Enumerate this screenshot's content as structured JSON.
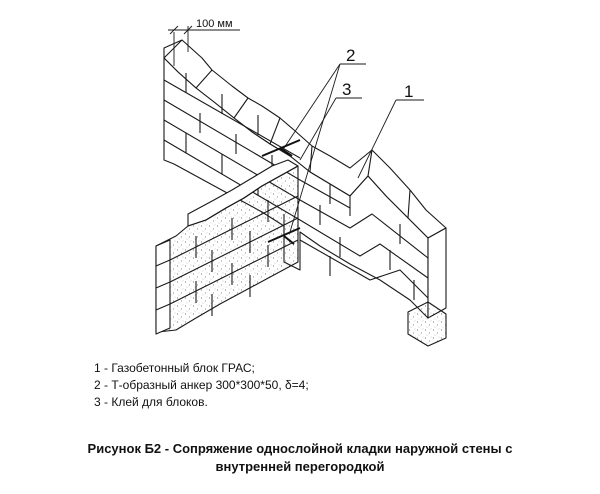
{
  "dimension": {
    "text": "100 мм"
  },
  "callouts": [
    {
      "number": "2"
    },
    {
      "number": "3"
    },
    {
      "number": "1"
    }
  ],
  "legend": [
    {
      "text": "1 - Газобетонный блок ГРАС;"
    },
    {
      "text": "2 - Т-образный анкер 300*300*50, δ=4;"
    },
    {
      "text": "3 - Клей для блоков."
    }
  ],
  "caption": {
    "line1": "Рисунок Б2 - Сопряжение однослойной кладки наружной стены с",
    "line2": "внутренней перегородкой"
  },
  "colors": {
    "line": "#1a1a1a",
    "block": "#ffffff",
    "speckle": "#555555"
  }
}
